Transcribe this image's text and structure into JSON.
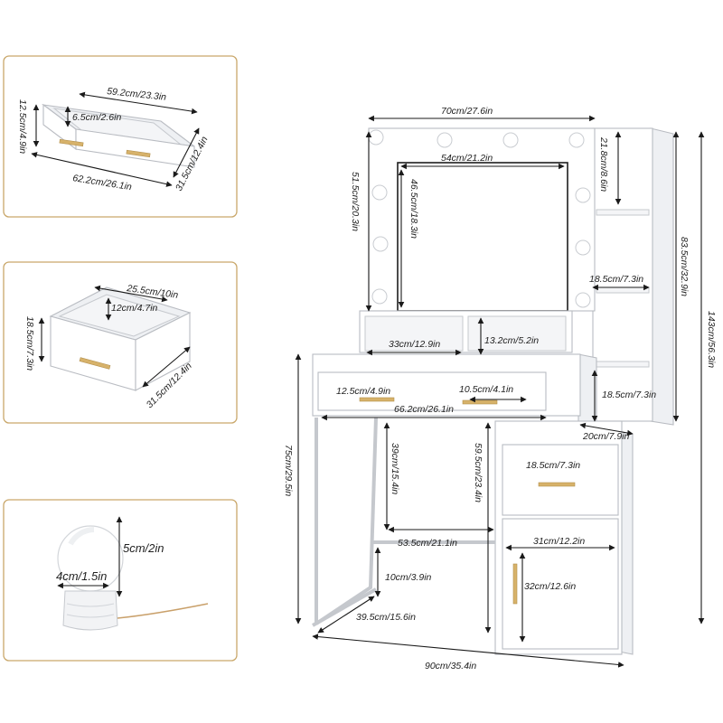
{
  "inset_drawer_large": {
    "width_top": "59.2cm/23.3in",
    "height": "12.5cm/4.9in",
    "inner_depth": "6.5cm/2.6in",
    "width_bottom": "62.2cm/26.1in",
    "depth": "31.5cm/12.4in"
  },
  "inset_drawer_small": {
    "width_top": "25.5cm/10in",
    "inner_height": "12cm/4.7in",
    "height": "18.5cm/7.3in",
    "depth": "31.5cm/12.4in"
  },
  "inset_bulb": {
    "height": "5cm/2in",
    "diameter": "4cm/1.5in"
  },
  "vanity": {
    "mirror_frame_width": "70cm/27.6in",
    "mirror_frame_height": "51.5cm/20.3in",
    "mirror_width": "54cm/21.2in",
    "mirror_height": "46.5cm/18.3in",
    "top_shelf_height": "21.8cm/8.6in",
    "shelf_width": "18.5cm/7.3in",
    "upper_height": "83.5cm/32.9in",
    "total_height": "143cm/56.3in",
    "cubby_width": "33cm/12.9in",
    "cubby_height": "13.2cm/5.2in",
    "drawer_height": "12.5cm/4.9in",
    "drawer_depth_gap": "10.5cm/4.1in",
    "lower_shelf_height": "18.5cm/7.3in",
    "drawer_width": "66.2cm/26.1in",
    "cabinet_side_depth": "20cm/7.9in",
    "desk_height": "75cm/29.5in",
    "leg_space_height": "39cm/15.4in",
    "cabinet_height": "59.5cm/23.4in",
    "small_drawer_height": "18.5cm/7.3in",
    "footrest_width": "53.5cm/21.1in",
    "cabinet_width": "31cm/12.2in",
    "footrest_height": "10cm/3.9in",
    "cabinet_door_height": "32cm/12.6in",
    "leg_depth": "39.5cm/15.6in",
    "total_width": "90cm/35.4in"
  }
}
